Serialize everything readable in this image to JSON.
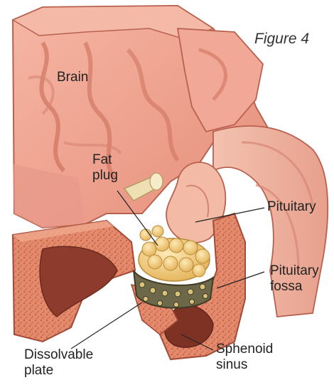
{
  "figure_label": "Figure 4",
  "labels": {
    "brain": "Brain",
    "fat_plug": [
      "Fat",
      "plug"
    ],
    "pituitary": "Pituitary",
    "pituitary_fossa": [
      "Pituitary",
      "fossa"
    ],
    "dissolvable_plate": [
      "Dissolvable",
      "plate"
    ],
    "sphenoid_sinus": [
      "Sphenoid",
      "sinus"
    ]
  },
  "colors": {
    "brain": "#f0a391",
    "brain_dark": "#d0705e",
    "bone": "#e1866a",
    "bone_texture": "#c8604a",
    "fat": "#f2cf7a",
    "plate": "#5f5a3c",
    "nerve": "#efe0b4"
  }
}
